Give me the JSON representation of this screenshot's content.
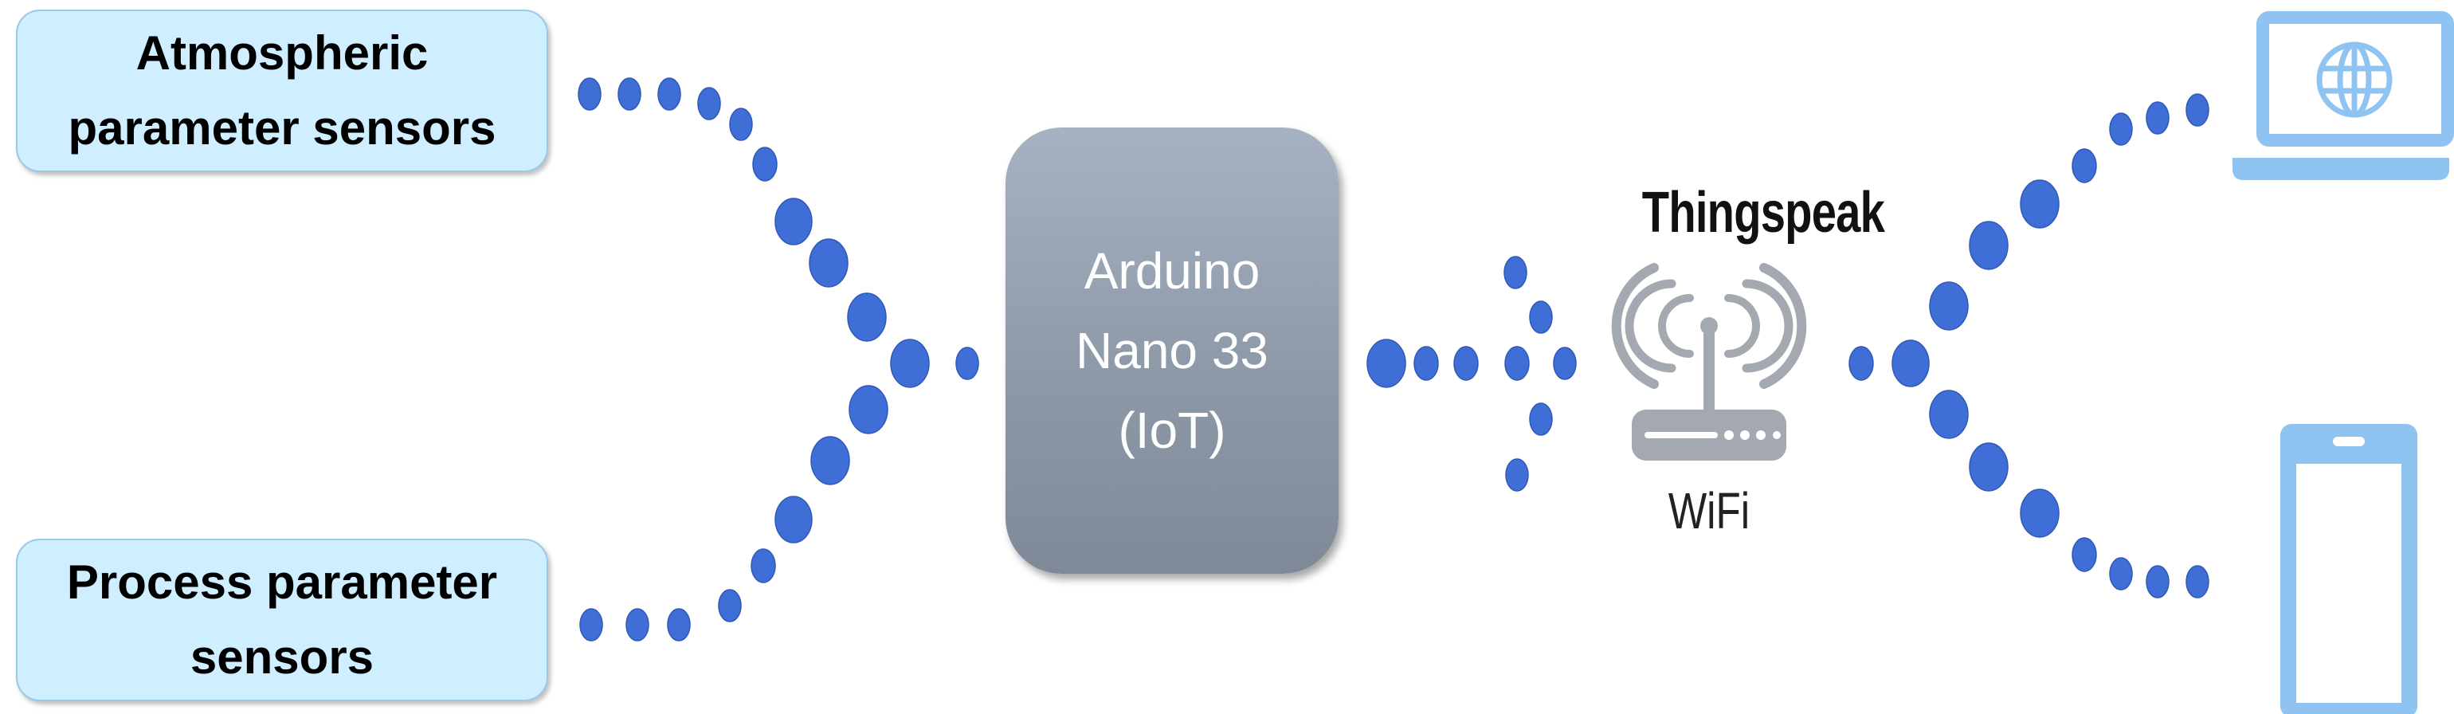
{
  "nodes": {
    "atmospheric_sensors": {
      "line1": "Atmospheric",
      "line2": "parameter sensors"
    },
    "process_sensors": {
      "line1": "Process parameter",
      "line2": "sensors"
    },
    "controller": {
      "line1": "Arduino",
      "line2": "Nano 33",
      "line3": "(IoT)"
    },
    "cloud": {
      "title": "Thingspeak",
      "link_label": "WiFi"
    }
  },
  "icons": {
    "router": "wifi-router-icon",
    "laptop": "laptop-globe-icon",
    "phone": "smartphone-icon"
  },
  "colors": {
    "dot": "#3f6fd6",
    "sensor_box_fill": "#cfeeff",
    "controller_fill": "#8e99a8",
    "device_icon": "#8ec3f2",
    "router_icon": "#a3a8b1"
  }
}
